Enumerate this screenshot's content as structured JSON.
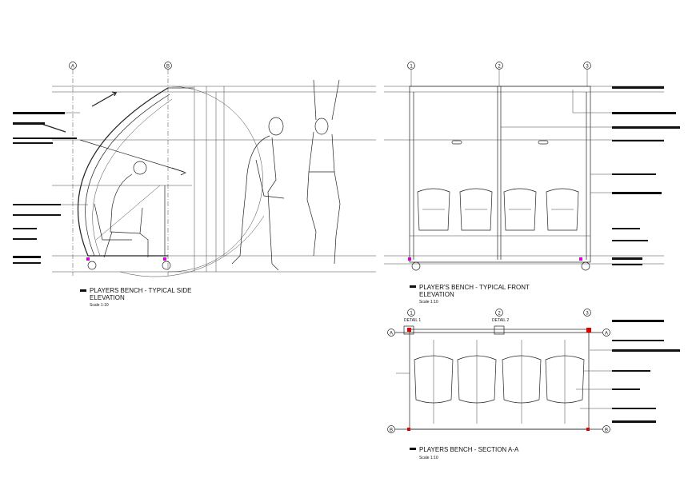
{
  "drawing": {
    "side_elevation": {
      "title": "PLAYERS BENCH - TYPICAL SIDE",
      "title_line2": "ELEVATION",
      "scale": "Scale 1:10",
      "grid_markers": [
        "A",
        "B"
      ]
    },
    "front_elevation": {
      "title": "PLAYER'S BENCH - TYPICAL FRONT",
      "title_line2": "ELEVATION",
      "scale": "Scale 1:10",
      "grid_markers": [
        "1",
        "2",
        "3"
      ]
    },
    "section": {
      "title": "PLAYERS BENCH - SECTION A-A",
      "scale": "Scale 1:10",
      "grid_markers_top": [
        "1",
        "2",
        "3"
      ],
      "grid_markers_side": [
        "A",
        "B"
      ],
      "detail_labels": [
        "DETAIL 1",
        "DETAIL 2"
      ]
    },
    "colors": {
      "line": "#222222",
      "accent_magenta": "#d000d0",
      "accent_red": "#e00000"
    }
  }
}
